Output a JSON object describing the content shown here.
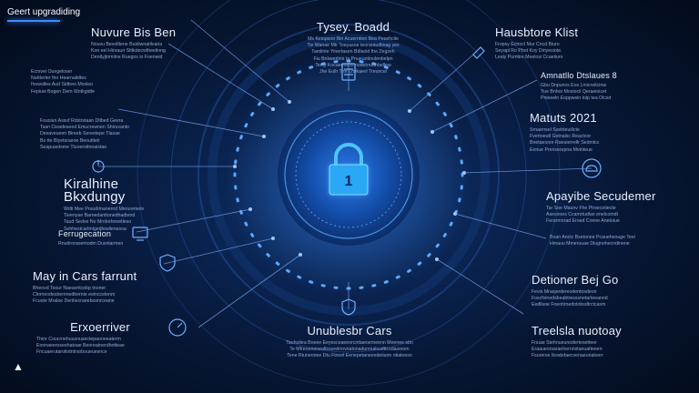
{
  "header": {
    "title": "Geert upgradiding"
  },
  "center": {
    "lock_label": "1"
  },
  "blocks": {
    "b1": {
      "title": "Nuvure Bis Ben",
      "lines": [
        "Nouvu Bevolltene Bustiwnatilvaria",
        "Kon eel Hinraun Stitkdecwtheelinng",
        "Dentlyjtomilne Ruegos io Foenwid"
      ]
    },
    "b2": {
      "title": "Tysey. Boadd",
      "lines": [
        "Ms Kesqavor Bin Acuerntion Bea Pesehcile",
        "Tie Wanae Mtr Toeyasne teoraraudlinag yes",
        "Tamlinte Yinertasen Bdlaoid Ihe Zegzeh",
        "Fiu Bnkwerlinir ta Pnueuntinulenbelpn",
        "Tenly Kocaeinnt io nodetrrunnbellew",
        "Jhe Eulh Tmr Lmikaevl Treuncel"
      ]
    },
    "b3": {
      "title": "Hausbtore Klist",
      "lines": [
        "Fropsy Ectrocl Mur Cncd Biuro",
        "Seyapl Ro Pbot Koy Dinyesiote.",
        "Lealy Pumtire Meelosi Ccaeiiuro"
      ]
    },
    "b4": {
      "title": "",
      "lines": [
        "Ecrsvei Ouegeloser",
        "Nahterter Iho Hearnalidtes",
        "Ihowolles Aud Sidtreo Mosleo",
        "Fepiuw Bogen Dem Wotkgidte"
      ]
    },
    "b5": {
      "title": "Amnatllo Dtslaues 8",
      "lines": [
        "Gbu Dnpunvs Eos Lmicreitcinw",
        "Yue Bnhor Mosiocil Qeraeioicet",
        "Pnieeeln Eoppwsin Iolp tea Olcsd"
      ]
    },
    "b6": {
      "title": "",
      "lines": [
        "Fsuoian Assuf Rdstrstaan Dtlbed Geera",
        "Tsan Cieadeseed Emucrewnen Shiruvanto",
        "Desaveueen Bireeb Sereetepe Tlasae",
        "Bo tte Blyetsnaroe Beoutitelr",
        "Seapuaotsme Tluoeroitnoaistae"
      ]
    },
    "b7": {
      "title": "Matuts 2021",
      "lines": [
        "Srnaerrsel Ssebteuilicte",
        "Fvertoeutl Gotnaisc Reacloor",
        "Bnetaeosre Raeuierrellr Sedmlcs",
        "Eenue Prenserepna Mvtnteue"
      ]
    },
    "b8": {
      "title": "Kiralhine Bkxdungy",
      "lines": [
        "Wdti Mee Pruudrinanenrd Meruremele",
        "Tieenyae Barnedanttonedhadtend",
        "Taud Sedve Nu Mrolrehnnetleso",
        "Sehhestcarlmigedtewlienesoa"
      ]
    },
    "b9": {
      "title": "Apayibe Secudemer",
      "lines": [
        "Tar Soe Maunv Fhe Ptrsecotiecte",
        "Asecooes Ccamrtudlan enelcomdt",
        "Ferarmnrad Eroed Conne Anetoiue"
      ]
    },
    "b10": {
      "title": "Ferrugecation",
      "lines": [
        "Rnudroraoemodm Dusnlarmen"
      ]
    },
    "b11": {
      "title": "",
      "lines": [
        "Boan Anctc Bsetonee Pcaueheouge Teei",
        "Hmauu Mmeruuae Diugnohecndinene"
      ]
    },
    "b12": {
      "title": "May in Cars farrunt",
      "lines": [
        "Bheovd Toour Naeavntcebp tnoner",
        "Clorneodesbemnedbernie eeinccelenm",
        "Fcuote Mraloe Deritiecraeebosnrceane"
      ]
    },
    "b13": {
      "title": "Detioner Bej Go",
      "lines": [
        "Fevis Mraspedereodentosdeon",
        "Foscfvinedsbeabtresssnetarteeanod",
        "Eedllsoe Foeotirnedotobsdtrctcasm"
      ]
    },
    "b14": {
      "title": "Erxoerriver",
      "lines": [
        "Thinr Coucrnehuusnusectepaoneeaterm",
        "Eonnaeeroseehatoae Beoreatnerdhotteae",
        "Fncuaerutarotiotntrsoboueuesnce"
      ]
    },
    "b15": {
      "title": "Unublesbr Cars",
      "lines": [
        "Tauhutiea Bneee Eeyesceaeeorcnttaeoerneenn Meenee sbn",
        "Te Mfreoenonealtssurelnnvnatonadunnuiisudttcsdaseeen",
        "Tene Rtuneonee Dtu Fineel Eenepetaneeedeiiunn ntiatoesn"
      ]
    },
    "b16": {
      "title": "Treelsla nuotoay",
      "lines": [
        "Fnuae Stehnueunodertesetteer",
        "Eraaueorsaraehernnstaeuatteeen",
        "Fsurerse Ikosbdaecvenaeunaloerr"
      ]
    }
  },
  "icons": {
    "top_left": "power-icon",
    "mid_left": "monitor-icon",
    "mid_left2": "shield-icon",
    "bottom_left": "speedometer-icon",
    "top_center": "server-icon",
    "top_right": "pen-icon",
    "right": "cloud-icon",
    "bottom_center": "shield-check-icon",
    "center": "padlock-icon",
    "logo": "logo-mark"
  },
  "colors": {
    "accent": "#3f8cff",
    "glow": "#5aa9ff",
    "lock": "#3fb8ff",
    "background": "#061530"
  }
}
